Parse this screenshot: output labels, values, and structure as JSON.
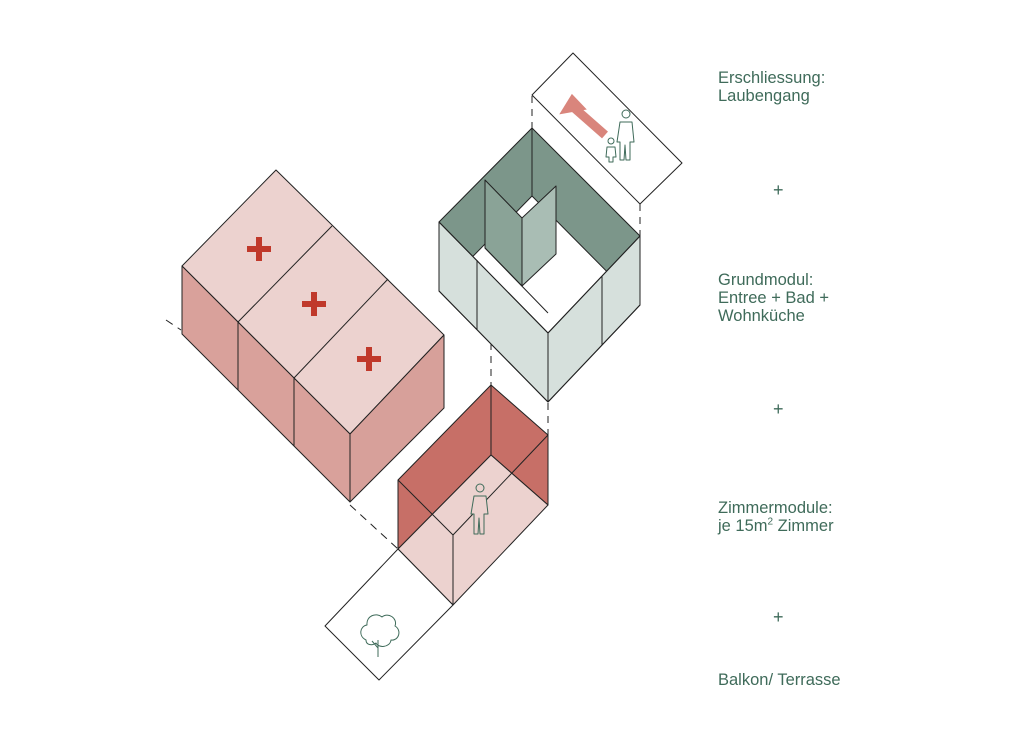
{
  "labels": {
    "access": {
      "line1": "Erschliessung:",
      "line2": "Laubengang"
    },
    "base_module": {
      "line1": "Grundmodul:",
      "line2": "Entree + Bad +",
      "line3": "Wohnküche"
    },
    "room_modules": {
      "line1": "Zimmermodule:",
      "line2_prefix": "je 15m",
      "line2_sup": "2",
      "line2_suffix": " Zimmer"
    },
    "balcony": {
      "line1": "Balkon/ Terrasse"
    }
  },
  "plus_signs": [
    "+",
    "+",
    "+"
  ],
  "icons": {
    "room_marker": "red-cross-icon",
    "access": "person-with-child-icon",
    "arrow": "direction-arrow-icon",
    "room": "standing-person-icon",
    "balcony": "tree-icon"
  },
  "colors": {
    "text": "#3f6b5a",
    "room_top": "#ecd2cf",
    "room_left": "#d9a19b",
    "room_right": "#d7a09a",
    "cross": "#c0392b",
    "green_dark": "#7c968a",
    "green_light": "#d6e0dc",
    "red_wall": "#c76f67",
    "red_light": "#ecd2cf",
    "arrow": "#d9857c"
  }
}
